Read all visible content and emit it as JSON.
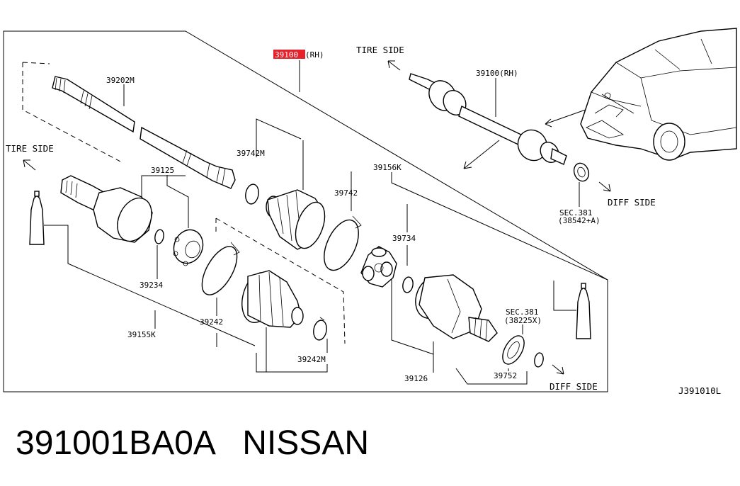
{
  "diagram": {
    "highlight_part": "39100",
    "highlight_suffix": "(RH)",
    "labels": {
      "p39202m": "39202M",
      "tire_side_top": "TIRE SIDE",
      "tire_side_left": "TIRE SIDE",
      "p39100_rh": "39100(RH)",
      "p39742m": "39742M",
      "p39125": "39125",
      "p39742": "39742",
      "p39156k": "39156K",
      "p39734": "39734",
      "p39234": "39234",
      "p39242": "39242",
      "p39155k": "39155K",
      "p39242m": "39242M",
      "p39126": "39126",
      "p39752": "39752",
      "sec381_a": "SEC.381",
      "sec381_a_sub": "(38542+A)",
      "sec381_b": "SEC.381",
      "sec381_b_sub": "(38225X)",
      "diff_side_right": "DIFF SIDE",
      "diff_side_bottom": "DIFF SIDE",
      "diagram_code": "J391010L"
    }
  },
  "caption": {
    "part_number": "391001BA0A",
    "brand": "NISSAN"
  },
  "colors": {
    "highlight": "#e8202a",
    "line": "#000000"
  }
}
